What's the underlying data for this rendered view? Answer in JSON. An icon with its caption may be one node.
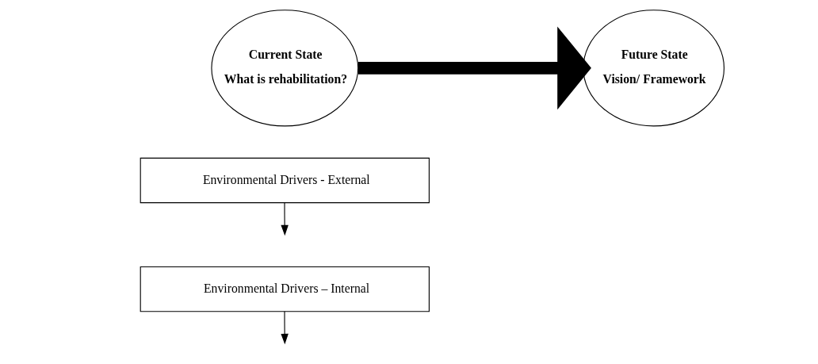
{
  "diagram": {
    "nodes": [
      {
        "text": [
          "Environmental Drivers - External"
        ]
      },
      {
        "text": [
          "Current State",
          "What is rehabilitation?"
        ]
      },
      {
        "text": [
          "Future State",
          "Vision/ Framework"
        ]
      },
      {
        "text": [
          "Environmental Drivers – Internal"
        ]
      }
    ],
    "edges": [
      {
        "from": 1,
        "to": 2,
        "arrow": "to",
        "style": "thick"
      },
      {
        "from": 0,
        "to": null,
        "arrow": "to"
      },
      {
        "from": 3,
        "to": null,
        "arrow": "to"
      }
    ]
  }
}
